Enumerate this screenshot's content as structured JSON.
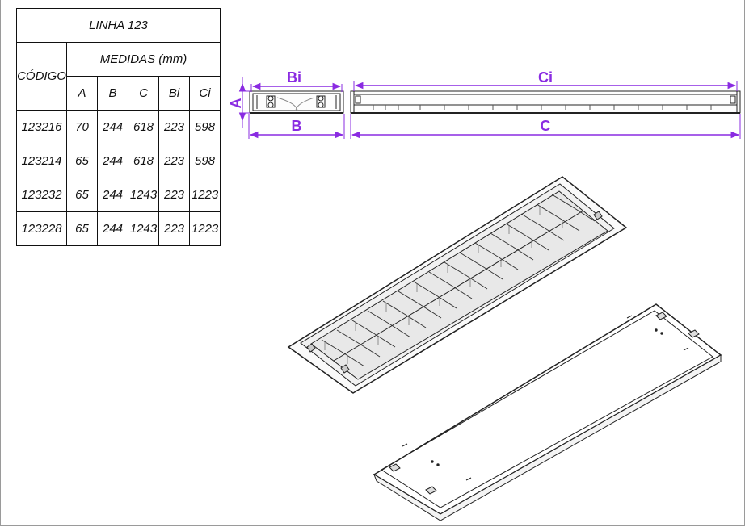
{
  "table": {
    "title": "LINHA 123",
    "code_header": "CÓDIGO",
    "group_header": "MEDIDAS (mm)",
    "columns": [
      "A",
      "B",
      "C",
      "Bi",
      "Ci"
    ],
    "rows": [
      {
        "code": "123216",
        "values": [
          "70",
          "244",
          "618",
          "223",
          "598"
        ]
      },
      {
        "code": "123214",
        "values": [
          "65",
          "244",
          "618",
          "223",
          "598"
        ]
      },
      {
        "code": "123232",
        "values": [
          "65",
          "244",
          "1243",
          "223",
          "1223"
        ]
      },
      {
        "code": "123228",
        "values": [
          "65",
          "244",
          "1243",
          "223",
          "1223"
        ]
      }
    ]
  },
  "drawing": {
    "dim_labels": {
      "A": "A",
      "B": "B",
      "Bi": "Bi",
      "C": "C",
      "Ci": "Ci"
    },
    "dimension_color": "#8a2be2"
  }
}
